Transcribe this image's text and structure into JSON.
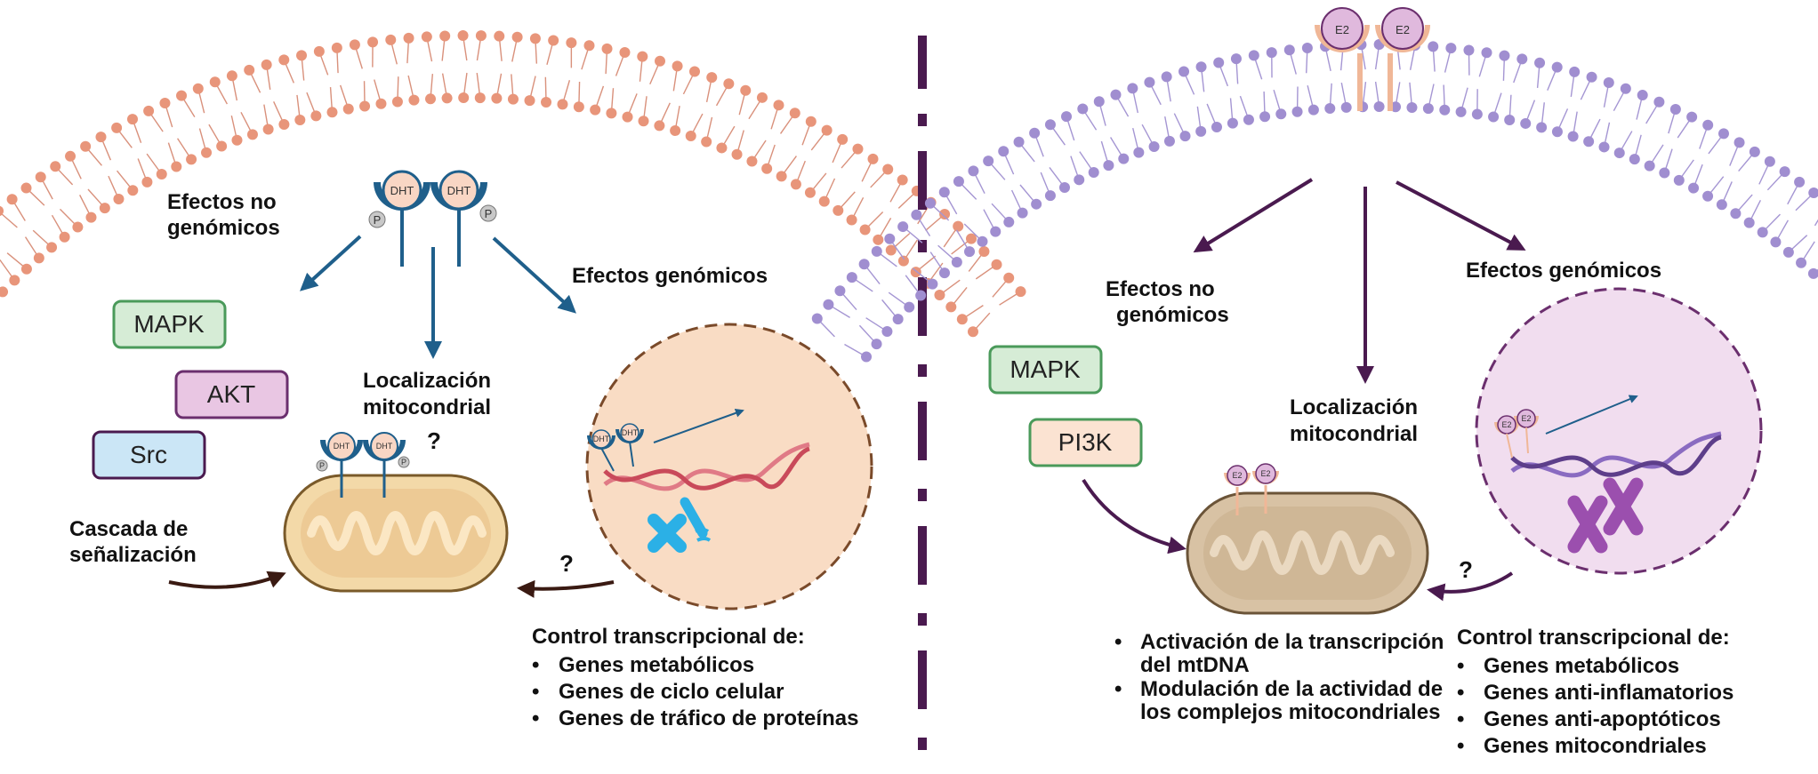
{
  "colors": {
    "left_membrane": "#e8957a",
    "left_membrane_tail": "#d9917c",
    "right_membrane": "#a08ed0",
    "right_membrane_tail": "#a596d3",
    "left_arrow": "#1f5f8b",
    "right_arrow": "#4a1a4f",
    "divider": "#4a1a4f",
    "left_nucleus_fill": "#f9dcc4",
    "left_nucleus_stroke": "#7a4a2a",
    "right_nucleus_fill": "#f1ddef",
    "right_nucleus_stroke": "#6b2f6e",
    "mito_left": "#f3d9a8",
    "mito_right": "#d8c2a4"
  },
  "left": {
    "receptor_label_1": "DHT",
    "receptor_label_2": "DHT",
    "phospho_1": "P",
    "phospho_2": "P",
    "non_genomic_line1": "Efectos no",
    "non_genomic_line2": "genómicos",
    "genomic": "Efectos genómicos",
    "mito_loc_line1": "Localización",
    "mito_loc_line2": "mitocondrial",
    "question_top": "?",
    "question_bottom": "?",
    "boxes": [
      {
        "label": "MAPK",
        "fill": "#d6ecd6",
        "stroke": "#4a9a5a"
      },
      {
        "label": "AKT",
        "fill": "#e9c6e3",
        "stroke": "#6b2f6e"
      },
      {
        "label": "Src",
        "fill": "#cbe6f6",
        "stroke": "#4a1a4f"
      }
    ],
    "cascade_line1": "Cascada    de",
    "cascade_line2": "señalización",
    "control_title": "Control transcripcional de:",
    "control_items": [
      "Genes metabólicos",
      "Genes de ciclo celular",
      "Genes de tráfico de proteínas"
    ]
  },
  "right": {
    "receptor_label_1": "E2",
    "receptor_label_2": "E2",
    "non_genomic_line1": "Efectos   no",
    "non_genomic_line2": "genómicos",
    "genomic": "Efectos genómicos",
    "mito_loc_line1": "Localización",
    "mito_loc_line2": "mitocondrial",
    "question": "?",
    "boxes": [
      {
        "label": "MAPK",
        "fill": "#d6ecd6",
        "stroke": "#4a9a5a"
      },
      {
        "label": "PI3K",
        "fill": "#fbe3d2",
        "stroke": "#4a9a5a"
      }
    ],
    "mito_items": [
      {
        "line1": "Activación de la transcripción",
        "line2": "del mtDNA"
      },
      {
        "line1": " Modulación de la actividad de",
        "line2": "los complejos mitocondriales"
      }
    ],
    "control_title": "Control transcripcional de:",
    "control_items": [
      "Genes metabólicos",
      "Genes anti-inflamatorios",
      "Genes anti-apoptóticos",
      "Genes mitocondriales"
    ]
  }
}
